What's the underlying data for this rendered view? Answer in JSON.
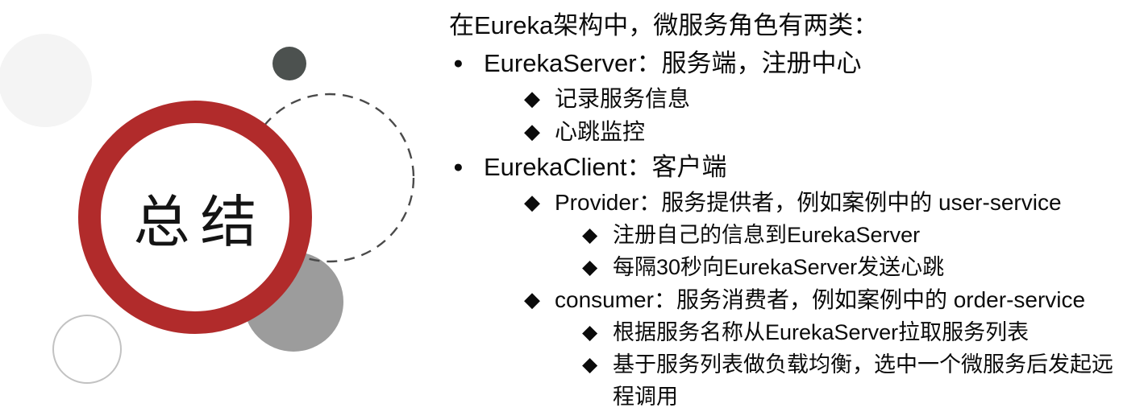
{
  "slide": {
    "badge": {
      "label": "总结"
    },
    "intro": "在Eureka架构中，微服务角色有两类：",
    "bullets": [
      {
        "level": 1,
        "text": "EurekaServer：服务端，注册中心"
      },
      {
        "level": 2,
        "text": "记录服务信息"
      },
      {
        "level": 2,
        "text": "心跳监控"
      },
      {
        "level": 1,
        "text": "EurekaClient：客户端"
      },
      {
        "level": 2,
        "text": "Provider：服务提供者，例如案例中的 user-service"
      },
      {
        "level": 3,
        "text": "注册自己的信息到EurekaServer"
      },
      {
        "level": 3,
        "text": "每隔30秒向EurekaServer发送心跳"
      },
      {
        "level": 2,
        "text": "consumer：服务消费者，例如案例中的 order-service"
      },
      {
        "level": 3,
        "text": "根据服务名称从EurekaServer拉取服务列表"
      },
      {
        "level": 3,
        "text": "基于服务列表做负载均衡，选中一个微服务后发起远程调用"
      }
    ],
    "colors": {
      "accent_red": "#b12b2b",
      "dark_circle": "#4c514f",
      "gray_circle": "#9c9c9c",
      "light_circle": "#f4f4f4",
      "outline_circle_border": "#c2c2c2",
      "dashed_circle": "#4a4a4a",
      "text": "#0b0b0b",
      "background": "#ffffff"
    }
  },
  "icons": {
    "bullet_level1": "●",
    "bullet_level2": "◆",
    "bullet_level3": "◆"
  }
}
